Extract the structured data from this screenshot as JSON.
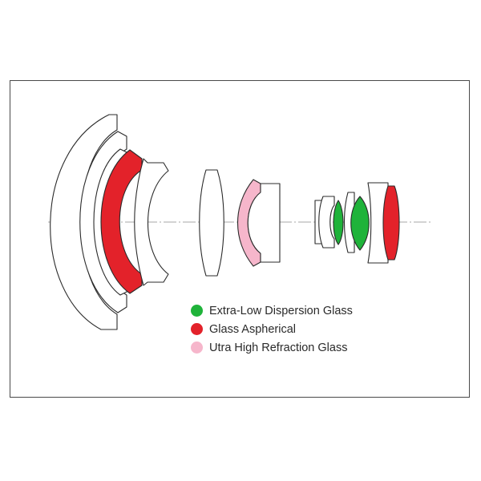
{
  "colors": {
    "frame": "#4a4a4a",
    "outline": "#2b2b2b",
    "plain_glass": "#ffffff",
    "extra_low_dispersion": "#1fb33a",
    "aspherical": "#e3222a",
    "ultra_high_refraction": "#f6b6cb"
  },
  "legend": [
    {
      "label": "Extra-Low Dispersion Glass",
      "color": "#1fb33a"
    },
    {
      "label": "Glass Aspherical",
      "color": "#e3222a"
    },
    {
      "label": "Utra High Refraction Glass",
      "color": "#f6b6cb"
    }
  ]
}
